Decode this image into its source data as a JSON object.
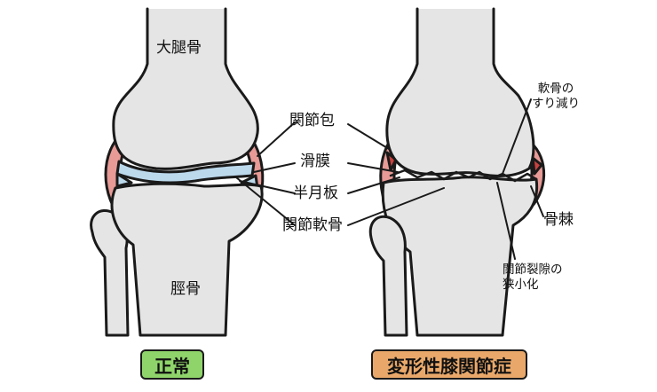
{
  "labels": {
    "femur": "大腿骨",
    "tibia": "脛骨",
    "joint_capsule": "関節包",
    "synovium": "滑膜",
    "meniscus": "半月板",
    "articular_cartilage": "関節軟骨",
    "cartilage_wear_line1": "軟骨の",
    "cartilage_wear_line2": "すり減り",
    "osteophyte": "骨棘",
    "joint_space_line1": "関節裂隙の",
    "joint_space_line2": "狭小化"
  },
  "badges": {
    "normal": "正常",
    "oa": "変形性膝関節症"
  },
  "colors": {
    "bone": "#e5e5e5",
    "outline": "#1a1a1a",
    "capsule": "#e79a96",
    "capsule_dark": "#c8423f",
    "synovium": "#bcd9ec",
    "normal_badge": "#8fd46a",
    "oa_badge": "#e9a86a"
  }
}
